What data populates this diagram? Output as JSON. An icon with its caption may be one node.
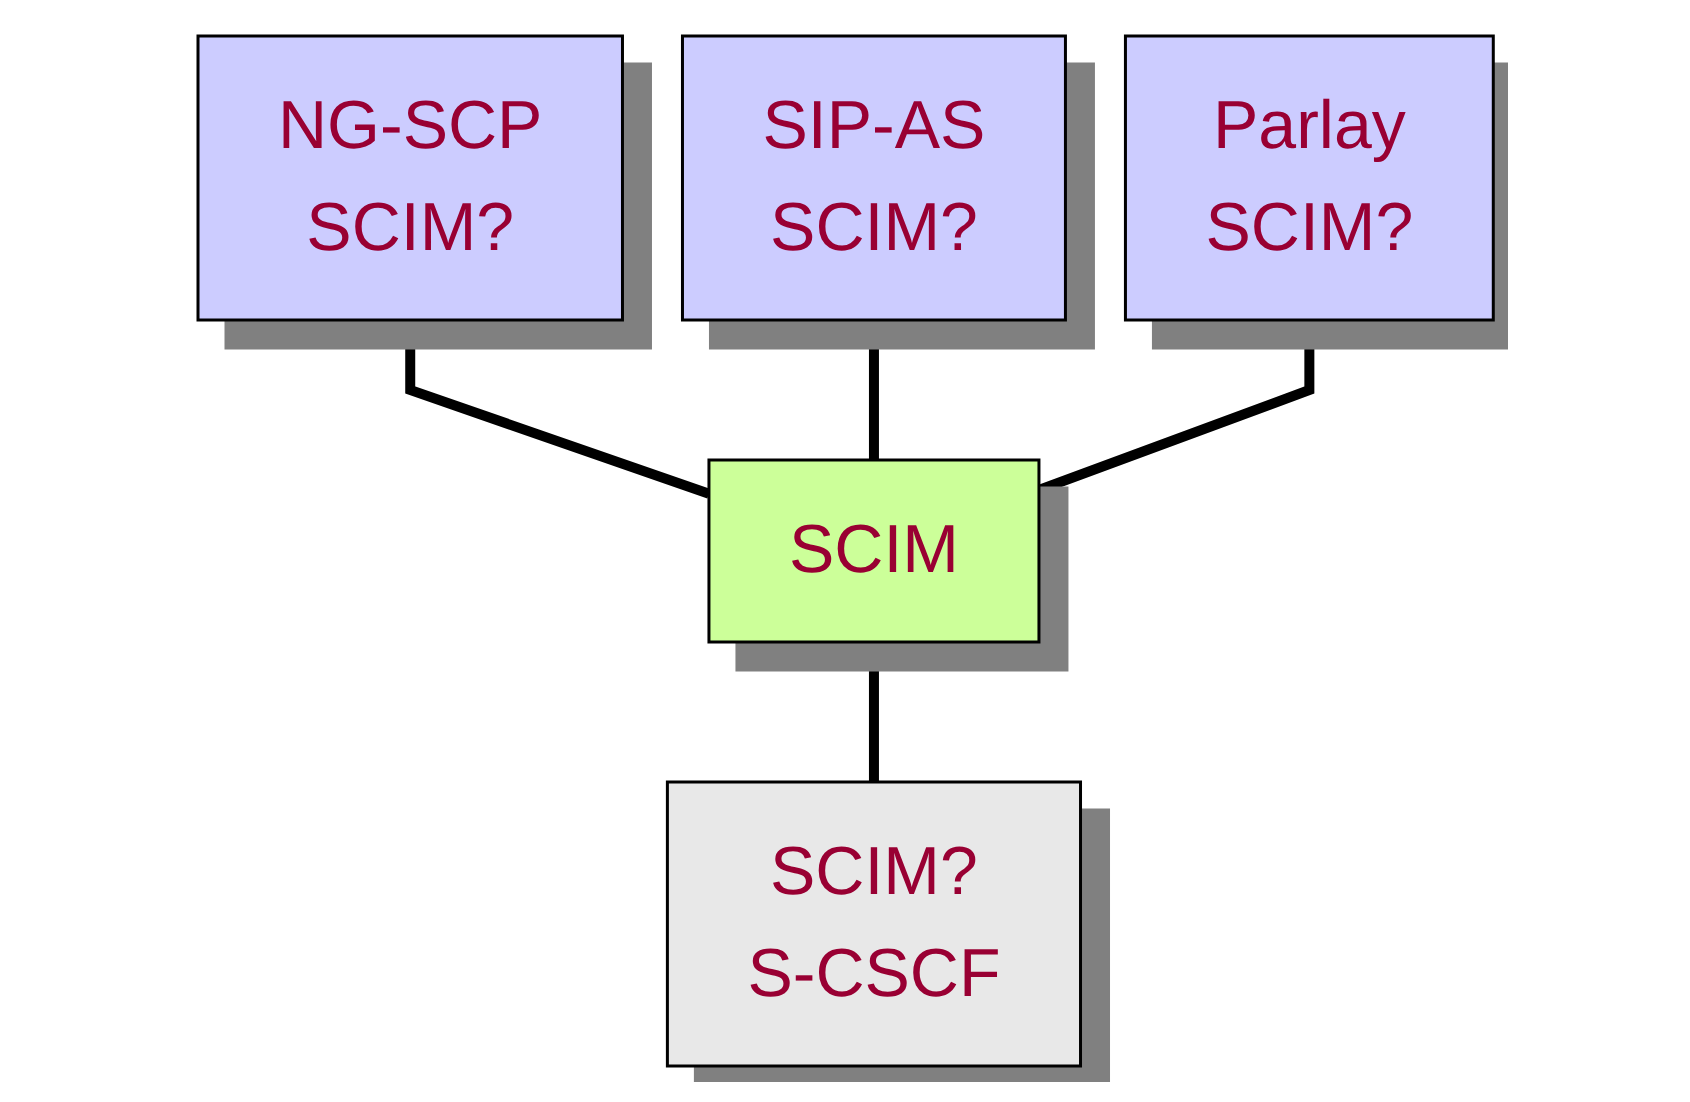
{
  "diagram": {
    "nodes": [
      {
        "text": [
          "NG-SCP",
          "SCIM?"
        ]
      },
      {
        "text": [
          "SIP-AS",
          "SCIM?"
        ]
      },
      {
        "text": [
          "Parlay",
          "SCIM?"
        ]
      },
      {
        "text": [
          "SCIM"
        ]
      },
      {
        "text": [
          "SCIM?",
          "S-CSCF"
        ]
      }
    ],
    "edges": [
      {
        "from": 0,
        "to": 3,
        "arrow": "none"
      },
      {
        "from": 1,
        "to": 3,
        "arrow": "none"
      },
      {
        "from": 2,
        "to": 3,
        "arrow": "none"
      },
      {
        "from": 3,
        "to": 4,
        "arrow": "none"
      }
    ]
  }
}
